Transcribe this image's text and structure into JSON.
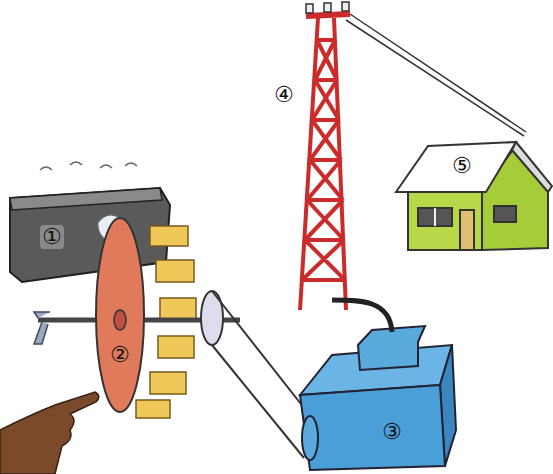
{
  "diagram": {
    "labels": [
      "①",
      "②",
      "③",
      "④",
      "⑤"
    ]
  }
}
